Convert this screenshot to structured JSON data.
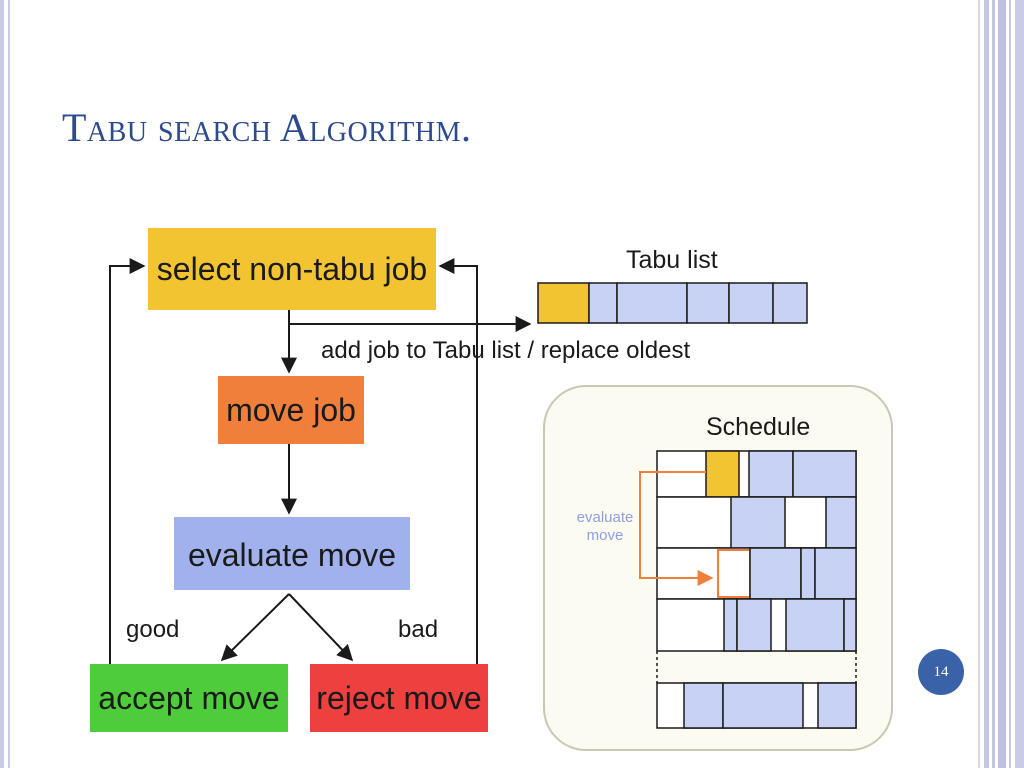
{
  "slide": {
    "title": "Tabu search Algorithm.",
    "page_number": "14"
  },
  "flowchart": {
    "select_job": "select non-tabu job",
    "move_job": "move job",
    "evaluate_move": "evaluate move",
    "accept_move": "accept move",
    "reject_move": "reject move",
    "good_label": "good",
    "bad_label": "bad",
    "add_job_label": "add job to Tabu list / replace oldest"
  },
  "tabu_list": {
    "title": "Tabu list",
    "slot_count": 6,
    "filled_slots": 1
  },
  "schedule_panel": {
    "title": "Schedule",
    "evaluate_line1": "evaluate",
    "evaluate_line2": "move"
  },
  "colors": {
    "title_blue": "#2c4a8c",
    "select_yellow": "#f3c431",
    "move_orange": "#f07f3c",
    "evaluate_blue": "#a0b1ee",
    "accept_green": "#4fcc3c",
    "reject_red": "#ef4040",
    "slot_blue": "#c8d2f4",
    "slot_yellow": "#f3c431",
    "badge_blue": "#3a62a8"
  }
}
